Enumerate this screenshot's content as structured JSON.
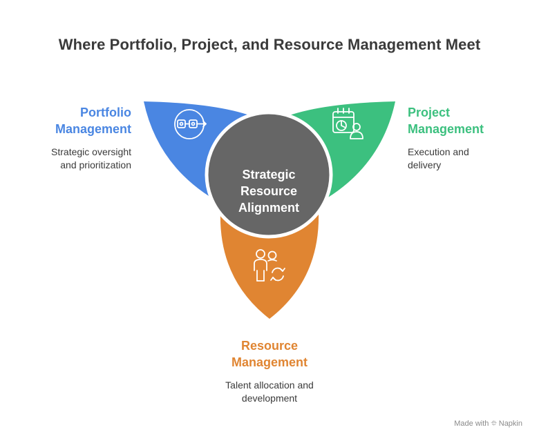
{
  "title": "Where Portfolio, Project, and Resource Management Meet",
  "center_label": [
    "Strategic",
    "Resource",
    "Alignment"
  ],
  "portfolio": {
    "heading": [
      "Portfolio",
      "Management"
    ],
    "desc": [
      "Strategic oversight",
      "and prioritization"
    ],
    "color": "#4a86e2",
    "icon": "workflow-icon"
  },
  "project": {
    "heading": [
      "Project",
      "Management"
    ],
    "desc": [
      "Execution and",
      "delivery"
    ],
    "color": "#3cc07f",
    "icon": "calendar-person-icon"
  },
  "resource": {
    "heading": [
      "Resource",
      "Management"
    ],
    "desc": [
      "Talent allocation and",
      "development"
    ],
    "color": "#e08532",
    "icon": "people-sync-icon"
  },
  "center_color": "#666666",
  "credit": "Made with ⯐ Napkin"
}
